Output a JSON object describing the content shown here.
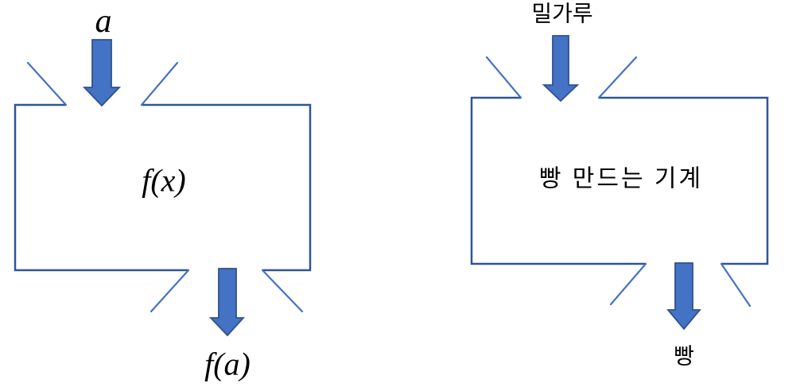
{
  "page": {
    "background": "#ffffff"
  },
  "colors": {
    "machine_outline": "#2f5597",
    "funnel_line": "#4472c4",
    "arrow_fill": "#4472c4",
    "arrow_outline": "#2f528f",
    "label_text": "#000000"
  },
  "diagrams": [
    {
      "name": "function-machine",
      "input_label": "a",
      "box_label": "f(x)",
      "output_label": "f(a)"
    },
    {
      "name": "bread-machine",
      "input_label": "밀가루",
      "box_label": "빵 만드는 기계",
      "output_label": "빵"
    }
  ]
}
